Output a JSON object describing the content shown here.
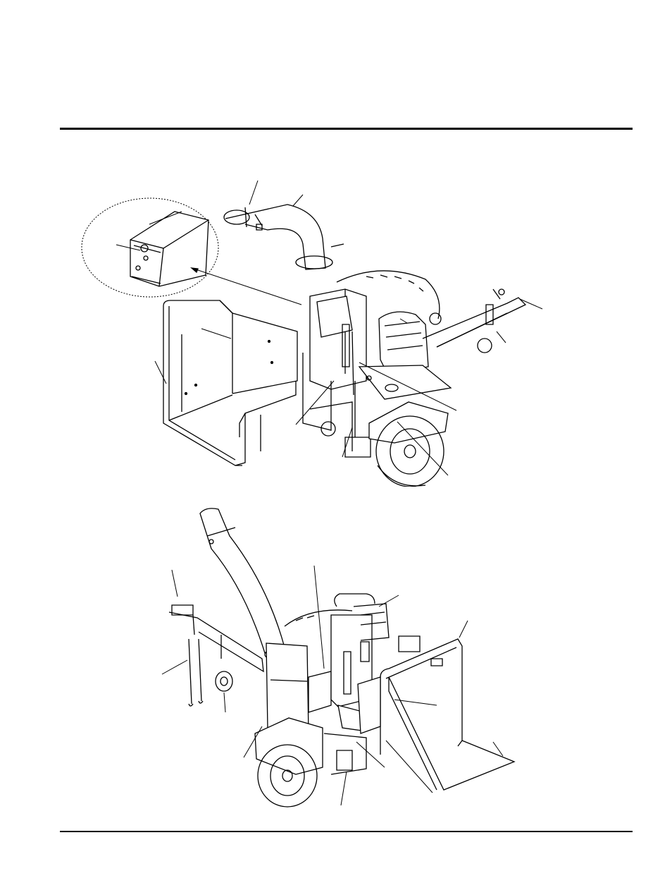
{
  "page": {
    "header_rule": true,
    "footer_rule": true
  },
  "figures": [
    {
      "name": "chipper-rear-view",
      "icon": "wood-chipper-drawing"
    },
    {
      "name": "chipper-front-view",
      "icon": "wood-chipper-drawing"
    }
  ]
}
